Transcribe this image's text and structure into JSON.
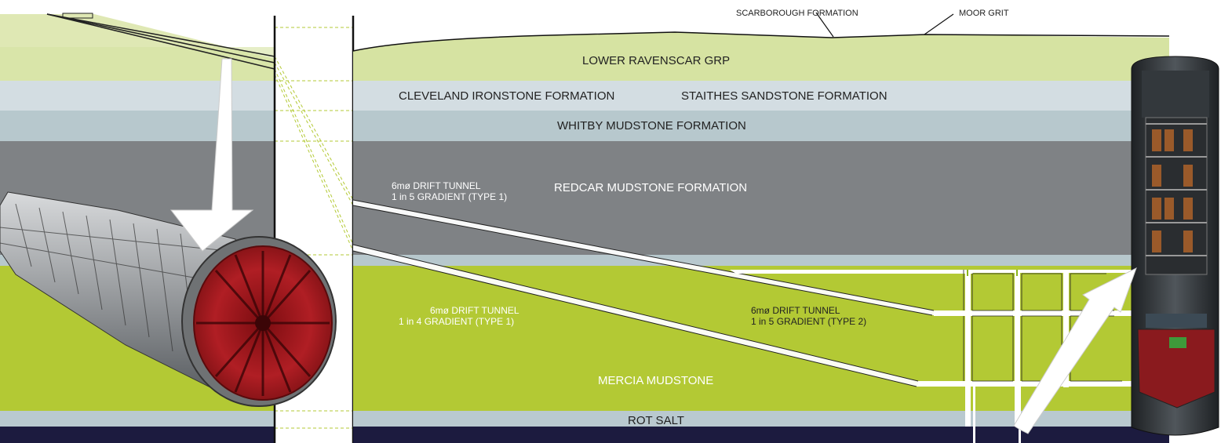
{
  "strata": {
    "lower_ravenscar": "LOWER RAVENSCAR GRP",
    "cleveland_ironstone": "CLEVELAND IRONSTONE FORMATION",
    "staithes_sandstone": "STAITHES SANDSTONE FORMATION",
    "whitby_mudstone": "WHITBY MUDSTONE FORMATION",
    "redcar_mudstone": "REDCAR MUDSTONE FORMATION",
    "mercia_mudstone": "MERCIA MUDSTONE",
    "rot_salt": "ROT SALT"
  },
  "callouts": {
    "scarborough": "SCARBOROUGH FORMATION",
    "moor_grit": "MOOR GRIT"
  },
  "tunnels": {
    "type1_upper": {
      "line1": "6mø DRIFT TUNNEL",
      "line2": "1 in 5 GRADIENT (TYPE 1)"
    },
    "type1_lower": {
      "line1": "6mø DRIFT TUNNEL",
      "line2": "1 in 4 GRADIENT (TYPE 1)"
    },
    "type2": {
      "line1": "6mø DRIFT TUNNEL",
      "line2": "1 in 5 GRADIENT (TYPE 2)"
    }
  },
  "colors": {
    "surface_green": "#dfe8b4",
    "ravenscar": "#d6e3a2",
    "ironstone": "#d3dde2",
    "whitby": "#b7c8cd",
    "redcar": "#7f8285",
    "mercia": "#b3c934",
    "rot_salt": "#b9c9cf",
    "deep": "#1c1b3f",
    "tbm_red": "#b01e24"
  }
}
